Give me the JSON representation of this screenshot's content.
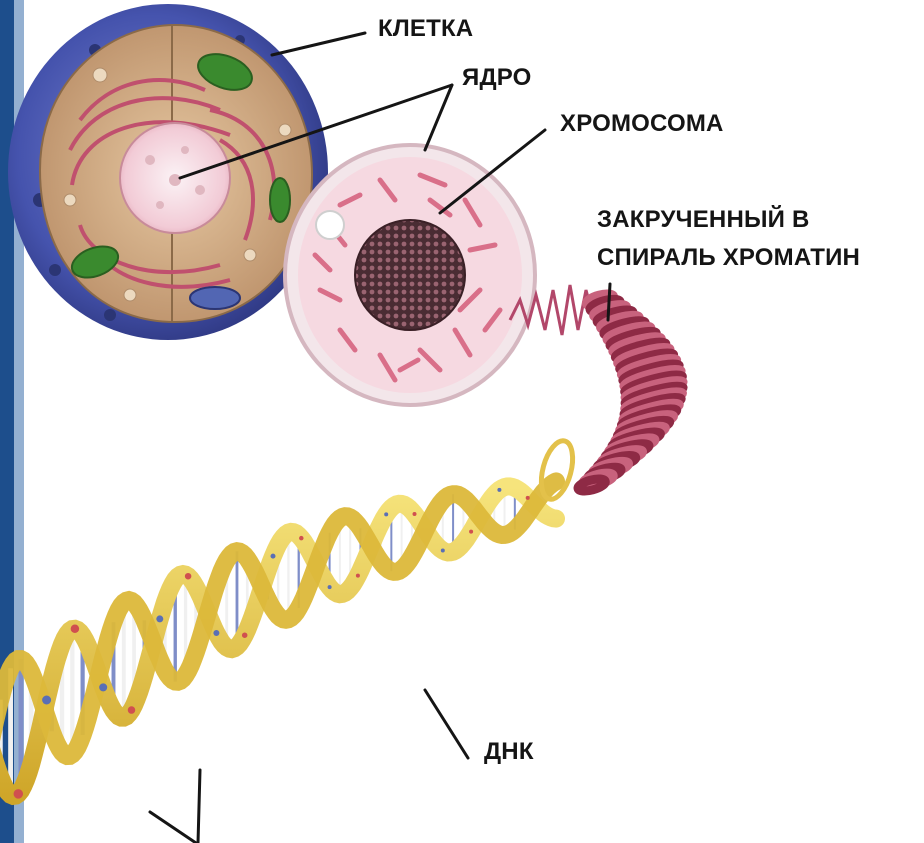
{
  "labels": {
    "cell": "КЛЕТКА",
    "nucleus": "ЯДРО",
    "chromosome": "ХРОМОСОМА",
    "coiled_line1": "ЗАКРУЧЕННЫЙ В",
    "coiled_line2": "СПИРАЛЬ ХРОМАТИН",
    "dna": "ДНК"
  },
  "colors": {
    "frame_blue": "#1d4e8c",
    "membrane_blue": "#3d4fa8",
    "cytoplasm": "#c9a27e",
    "nucleus_pink": "#e8aab8",
    "er_red": "#c0506e",
    "mitochondria_green": "#3a8a2e",
    "chromatin_red": "#a83a55",
    "helix_yellow": "#e9cf4a",
    "base_pair_white": "#f2f2f2",
    "base_pair_blue": "#5a6fb5",
    "label_text": "#151515"
  }
}
